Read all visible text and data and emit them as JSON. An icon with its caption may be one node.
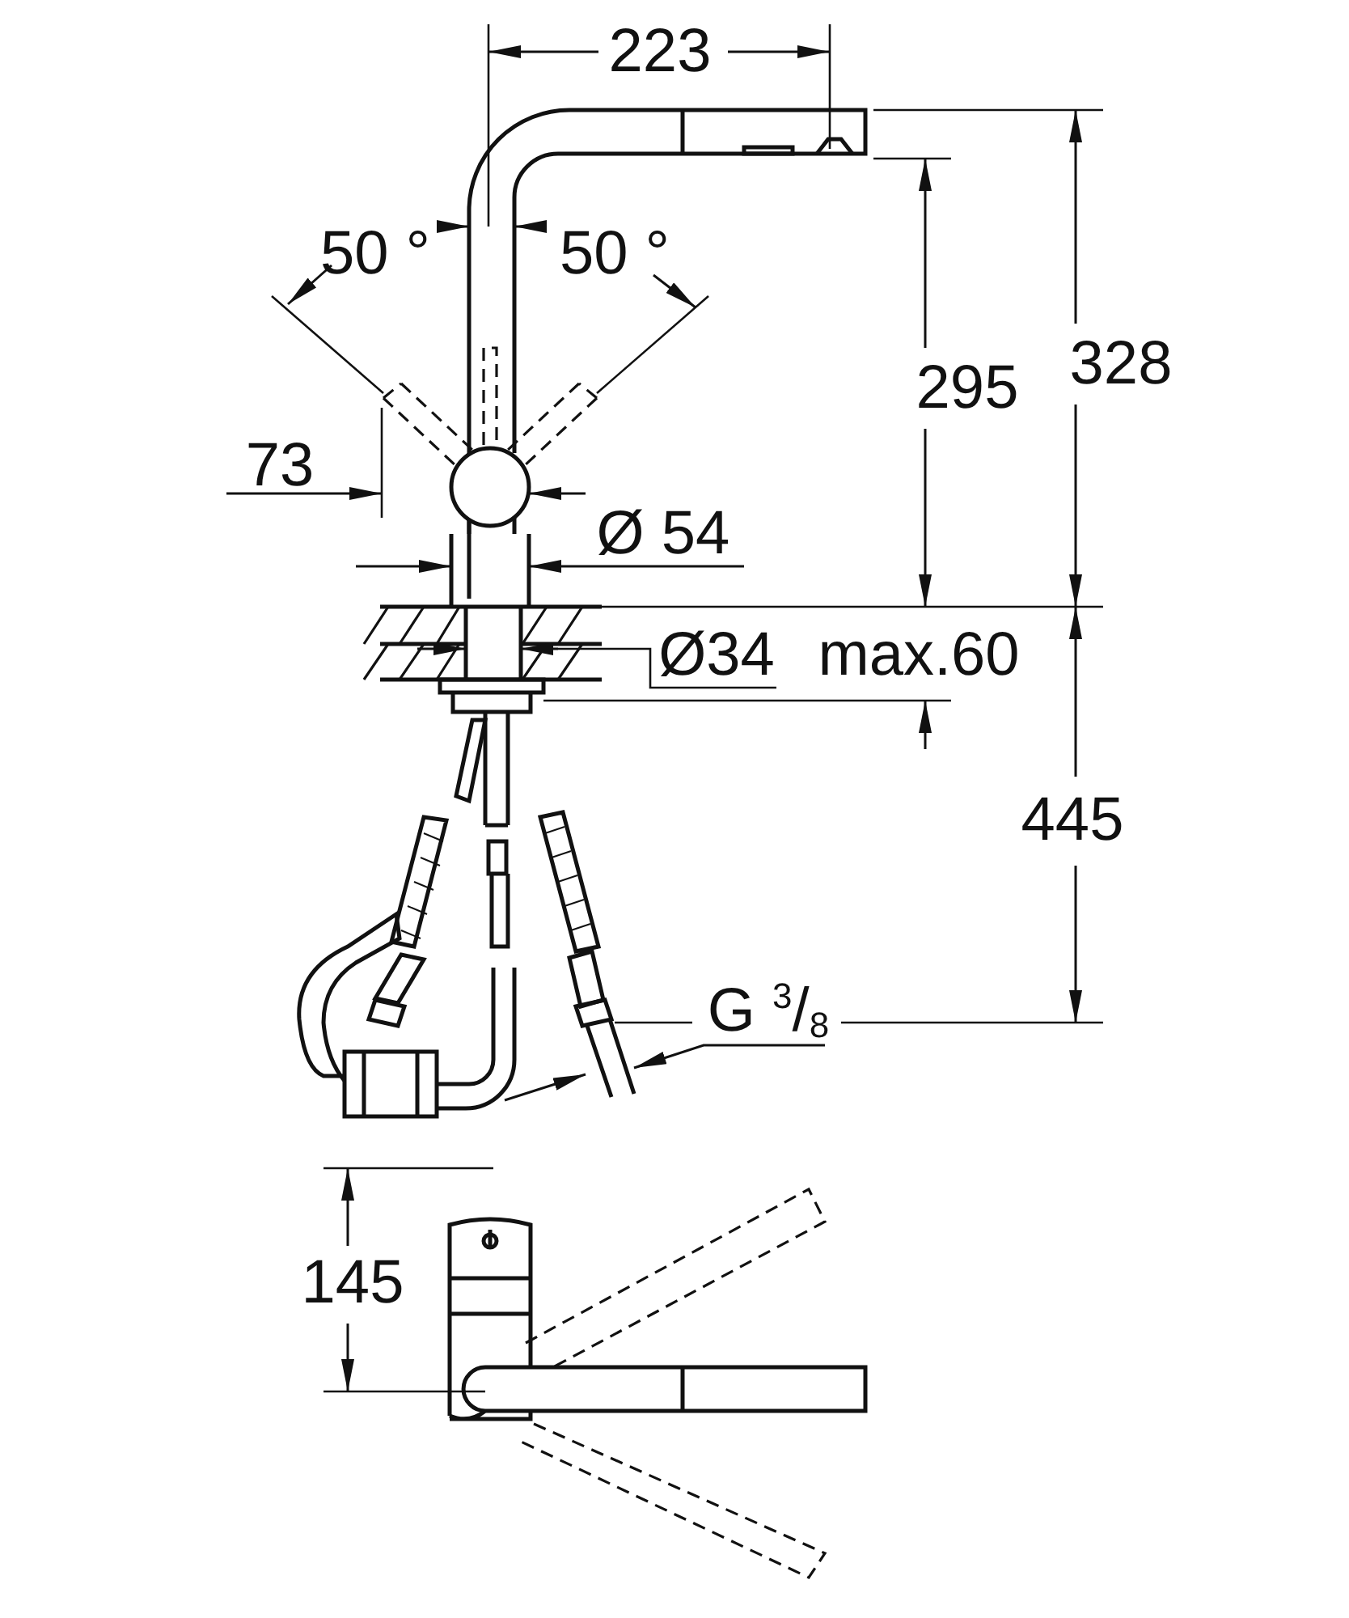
{
  "diagram": {
    "labels": [
      "223",
      "50 °",
      "50 °",
      "328",
      "295",
      "73",
      "Ø 54",
      "Ø34",
      "max.60",
      "445",
      "G $^{3}$/$_{8}$",
      "145"
    ]
  }
}
